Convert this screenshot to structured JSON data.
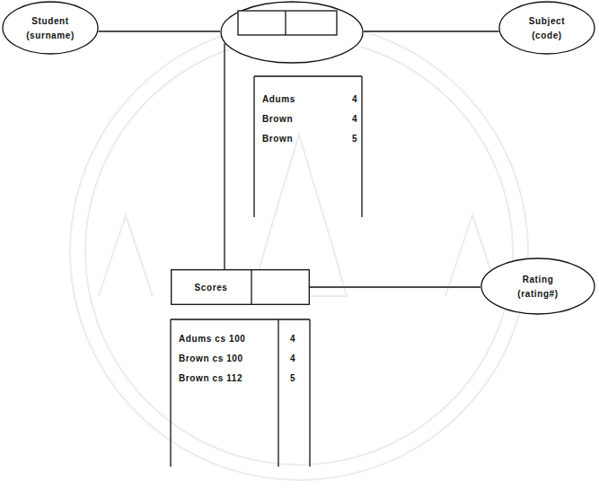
{
  "diagram": {
    "nodes": [
      {
        "text": [
          "Student",
          "(surname)"
        ]
      },
      {
        "text": []
      },
      {
        "text": [
          "Subject",
          "(code)"
        ]
      },
      {
        "text": [
          "Scores"
        ]
      },
      {
        "text": [
          "Rating",
          "(rating#)"
        ]
      }
    ],
    "edges": [
      {
        "from": 0,
        "to": 1,
        "arrow": "none"
      },
      {
        "from": 1,
        "to": 2,
        "arrow": "none"
      },
      {
        "from": 1,
        "to": 3,
        "arrow": "none"
      },
      {
        "from": 3,
        "to": 4,
        "arrow": "none"
      }
    ],
    "labels": [
      "Adums",
      "4",
      "Brown",
      "4",
      "Brown",
      "5",
      "Adums cs 100",
      "4",
      "Brown cs 100",
      "4",
      "Brown cs 112",
      "5"
    ]
  }
}
